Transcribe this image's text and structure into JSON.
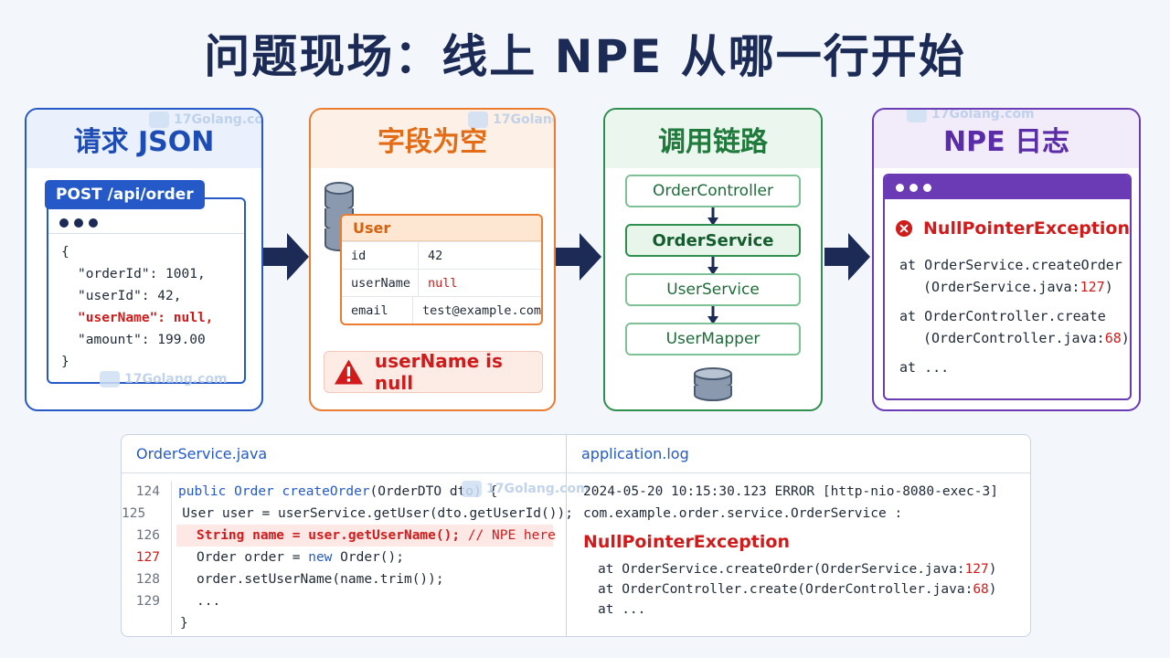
{
  "title": "问题现场：线上 NPE 从哪一行开始",
  "watermark": "17Golang.com",
  "panels": {
    "request": {
      "header": "请求 JSON",
      "badge": "POST /api/order",
      "lines": [
        "{",
        "\"orderId\": 1001,",
        "\"userId\": 42,",
        "\"userName\": null,",
        "\"amount\": 199.00",
        "}"
      ]
    },
    "empty_field": {
      "header": "字段为空",
      "table_title": "User",
      "rows": [
        {
          "key": "id",
          "value": "42"
        },
        {
          "key": "userName",
          "value": "null"
        },
        {
          "key": "email",
          "value": "test@example.com"
        }
      ],
      "alert": "userName is null"
    },
    "call_chain": {
      "header": "调用链路",
      "nodes": [
        "OrderController",
        "OrderService",
        "UserService",
        "UserMapper"
      ]
    },
    "npe_log": {
      "header": "NPE 日志",
      "exception": "NullPointerException",
      "frames": [
        {
          "at": "at OrderService.createOrder",
          "file": "(OrderService.java:",
          "line": "127",
          "close": ")"
        },
        {
          "at": "at OrderController.create",
          "file": "(OrderController.java:",
          "line": "68",
          "close": ")"
        }
      ],
      "more": "at ..."
    }
  },
  "code_file": {
    "name": "OrderService.java",
    "line_numbers": [
      "124",
      "125",
      "126",
      "127",
      "128",
      "129"
    ],
    "line124": {
      "kw": "public",
      "type": "Order",
      "fn": "createOrder",
      "rest": "(OrderDTO dto) {"
    },
    "line125": "User user = userService.getUser(dto.getUserId());",
    "line126": {
      "code": "String name = user.getUserName();",
      "comment": "// NPE here"
    },
    "line127": {
      "pre": "Order order = ",
      "kw": "new",
      "post": " Order();"
    },
    "line128": "order.setUserName(name.trim());",
    "line129": "...",
    "closing": "}"
  },
  "app_log": {
    "name": "application.log",
    "line1": "2024-05-20 10:15:30.123 ERROR [http-nio-8080-exec-3]",
    "line2": "com.example.order.service.OrderService :",
    "exception": "NullPointerException",
    "frames": [
      {
        "text": "at OrderService.createOrder(OrderService.java:",
        "line": "127",
        "close": ")"
      },
      {
        "text": "at OrderController.create(OrderController.java:",
        "line": "68",
        "close": ")"
      }
    ],
    "more": "at ..."
  }
}
